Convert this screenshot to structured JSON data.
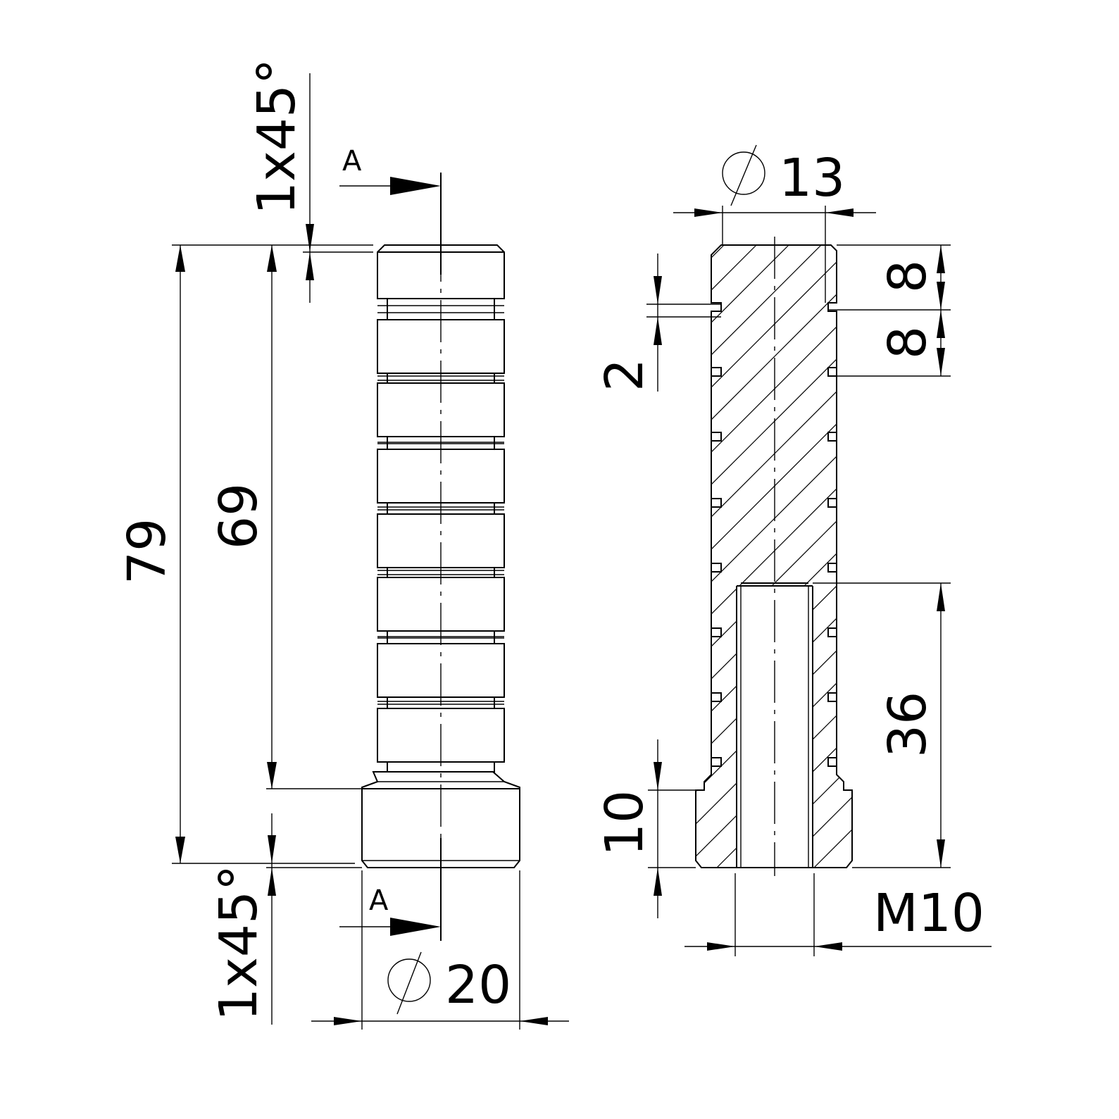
{
  "labels": {
    "chamfer_top": "1x45°",
    "chamfer_bottom": "1x45°",
    "section_top": "A",
    "section_bottom": "A",
    "length_total": "79",
    "length_body": "69",
    "diameter_head": "20",
    "diameter_body": "13",
    "groove_pitch_1": "8",
    "groove_pitch_2": "8",
    "groove_width": "2",
    "head_height": "10",
    "thread_depth": "36",
    "thread_size": "M10"
  }
}
